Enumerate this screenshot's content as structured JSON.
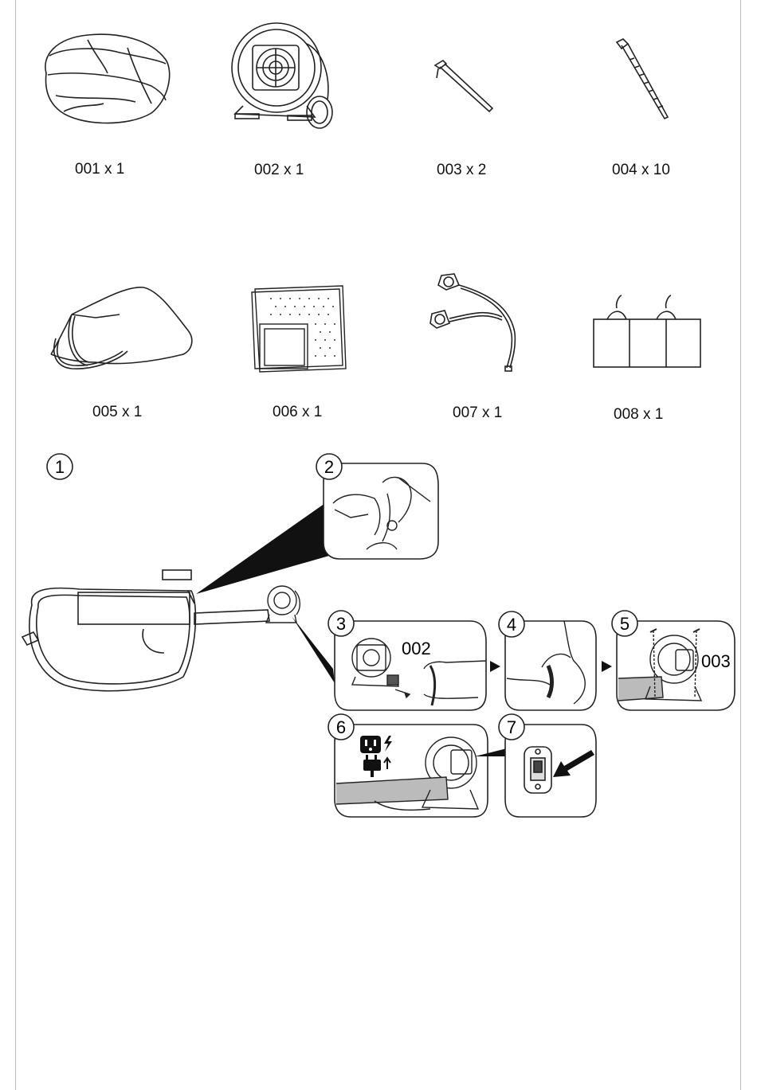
{
  "parts": [
    {
      "id": "001",
      "label": "001 x 1",
      "icon": "inflatable-bouncer-folded-icon"
    },
    {
      "id": "002",
      "label": "002 x 1",
      "icon": "air-blower-icon"
    },
    {
      "id": "003",
      "label": "003 x 2",
      "icon": "short-ground-stake-icon"
    },
    {
      "id": "004",
      "label": "004 x 10",
      "icon": "long-ground-stake-icon"
    },
    {
      "id": "005",
      "label": "005 x 1",
      "icon": "storage-bag-icon"
    },
    {
      "id": "006",
      "label": "006 x 1",
      "icon": "repair-patch-kit-icon"
    },
    {
      "id": "007",
      "label": "007 x 1",
      "icon": "cable-with-plugs-icon"
    },
    {
      "id": "008",
      "label": "008 x 1",
      "icon": "sandbags-icon"
    }
  ],
  "steps": {
    "s1": "1",
    "s2": "2",
    "s3": "3",
    "s4": "4",
    "s5": "5",
    "s6": "6",
    "s7": "7"
  },
  "callouts": {
    "blower_label": "002",
    "stake_label": "003"
  }
}
